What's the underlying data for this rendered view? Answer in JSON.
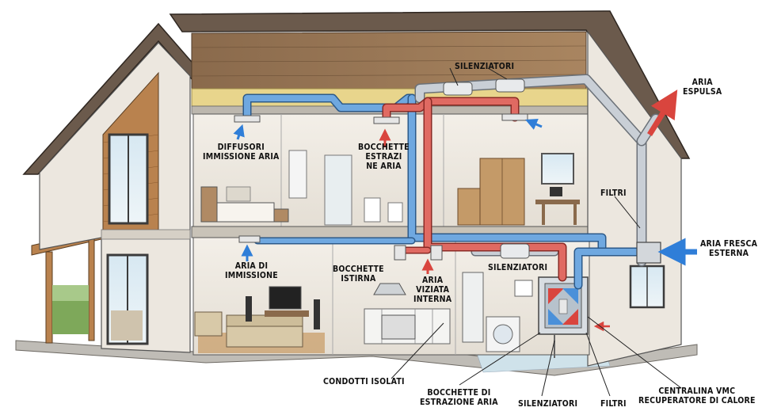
{
  "labels": {
    "silenziatori_top": "SILENZIATORI",
    "aria_espulsa": "ARIA\nESPULSA",
    "diffusori": "DIFFUSORI\nIMMISSIONE ARIA",
    "bocchette_estrazione": "BOCCHETTE\nESTRAZI\nNE ARIA",
    "filtri_right": "FILTRI",
    "aria_fresca": "ARIA FRESCA\nESTERNA",
    "aria_immissione": "ARIA DI\nIMMISSIONE",
    "bocchette_istirna": "BOCCHETTE\nISTIRNA",
    "aria_viziata": "ARIA\nVIZIATA\nINTERNA",
    "silenziatori_mid": "SILENZIATORI",
    "condotti": "CONDOTTI ISOLATI",
    "bocchette_bottom": "BOCCHETTE DI\nESTRAZIONE ARIA",
    "silenziatori_bottom": "SILENZIATORI",
    "filtri_bottom": "FILTRI",
    "centralina": "CENTRALINA VMC\nRECUPERATORE DI CALORE"
  },
  "colors": {
    "supply_duct": "#4a90d9",
    "extract_duct": "#d9453e",
    "roof": "#6b5a4c",
    "wall": "#ece7df",
    "wood": "#b9824e",
    "arrow_out": "#d9453e",
    "arrow_in": "#2f7ed8"
  }
}
